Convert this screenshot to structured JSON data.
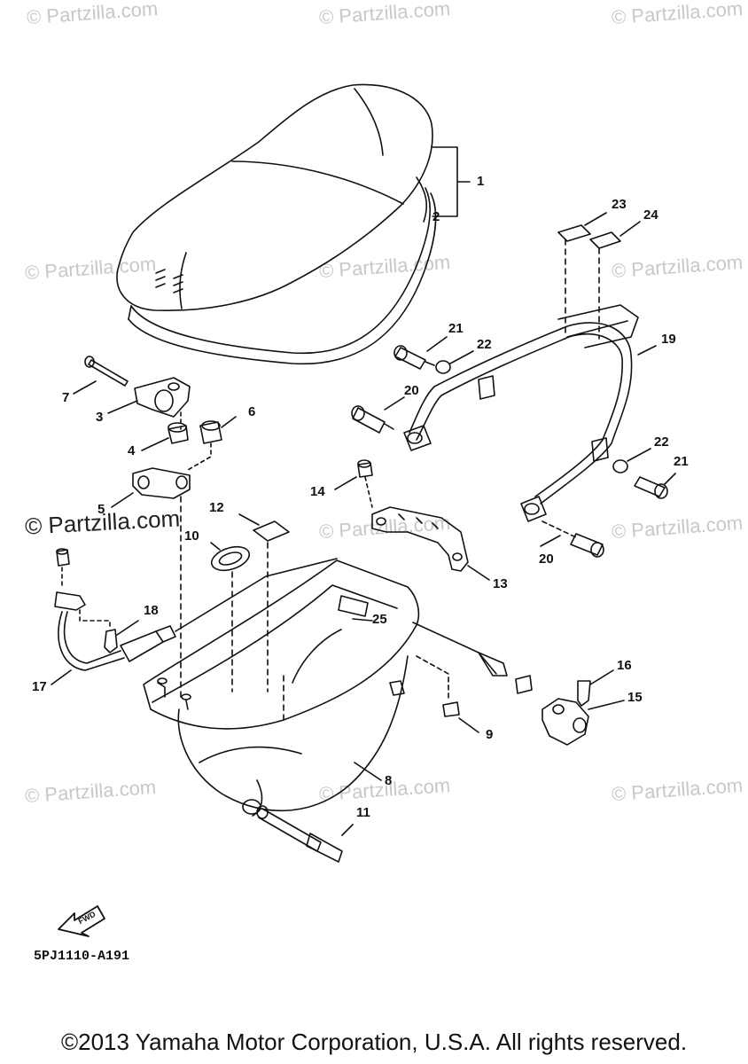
{
  "watermark": "© Partzilla.com",
  "partzilla_badge": "© Partzilla.com",
  "fwd_label": "FWD",
  "diagram_code": "5PJ1110-A191",
  "copyright": "©2013 Yamaha Motor Corporation, U.S.A. All rights reserved.",
  "callouts": {
    "p1": "1",
    "p2": "2",
    "p3": "3",
    "p4": "4",
    "p5": "5",
    "p6": "6",
    "p7": "7",
    "p8": "8",
    "p9": "9",
    "p10": "10",
    "p11": "11",
    "p12": "12",
    "p13": "13",
    "p14": "14",
    "p15": "15",
    "p16": "16",
    "p17": "17",
    "p18": "18",
    "p19": "19",
    "p20a": "20",
    "p20b": "20",
    "p21a": "21",
    "p21b": "21",
    "p22a": "22",
    "p22b": "22",
    "p23": "23",
    "p24": "24",
    "p25": "25"
  }
}
